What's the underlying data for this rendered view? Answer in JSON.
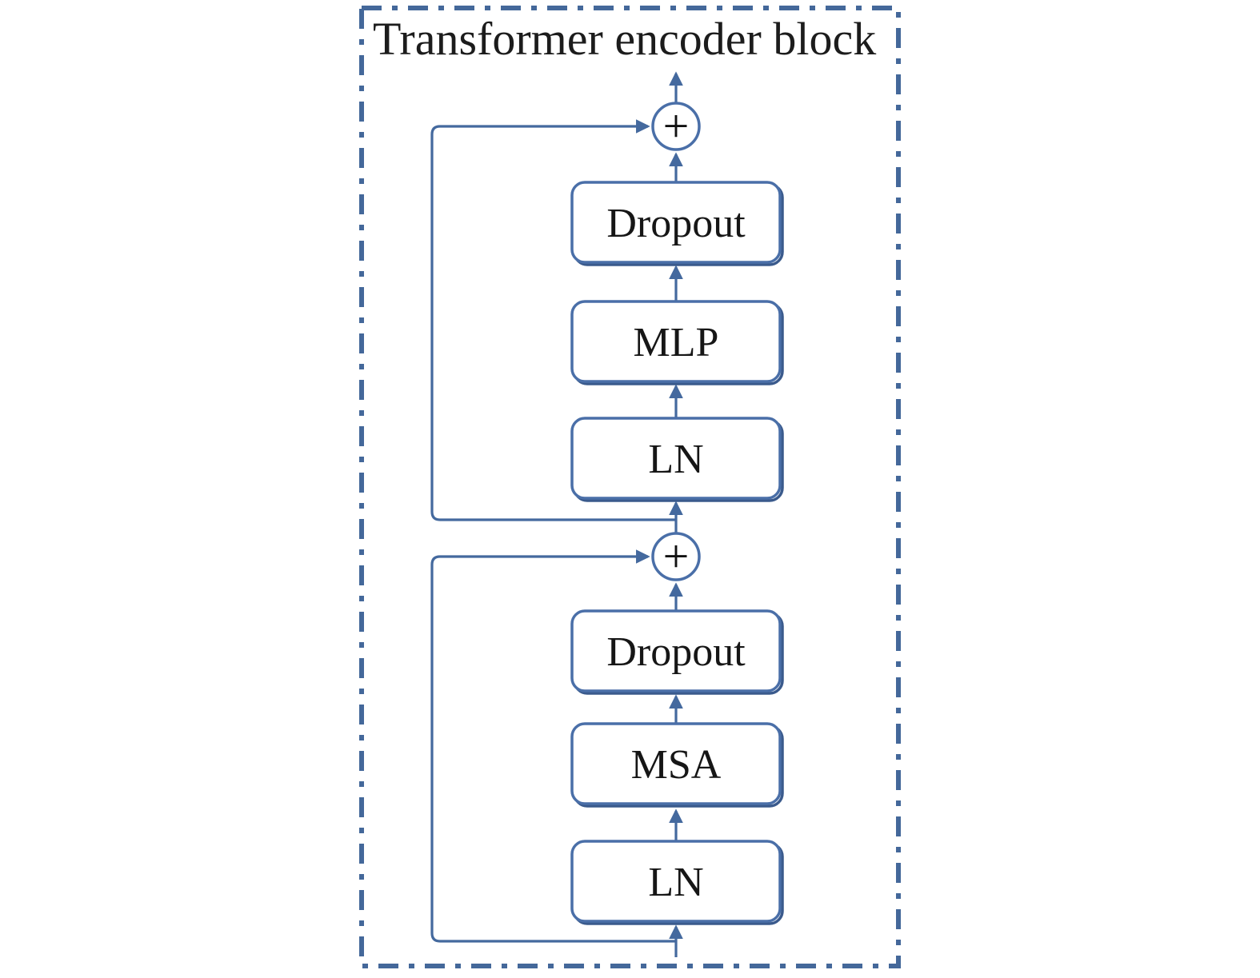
{
  "diagram": {
    "title": "Transformer encoder block",
    "add_symbol": "+",
    "blocks": [
      {
        "id": "dropout-top",
        "label": "Dropout"
      },
      {
        "id": "mlp",
        "label": "MLP"
      },
      {
        "id": "ln-top",
        "label": "LN"
      },
      {
        "id": "dropout-bottom",
        "label": "Dropout"
      },
      {
        "id": "msa",
        "label": "MSA"
      },
      {
        "id": "ln-bottom",
        "label": "LN"
      }
    ],
    "adders": [
      {
        "id": "add-top"
      },
      {
        "id": "add-bottom"
      }
    ],
    "colors": {
      "dash_border": "#44689a",
      "box_border": "#4a6fa8",
      "box_edge_shadow": "#3a5a8c",
      "flow_line": "#44699e",
      "text": "#1c1c1c",
      "box_fill": "#ffffff"
    }
  }
}
